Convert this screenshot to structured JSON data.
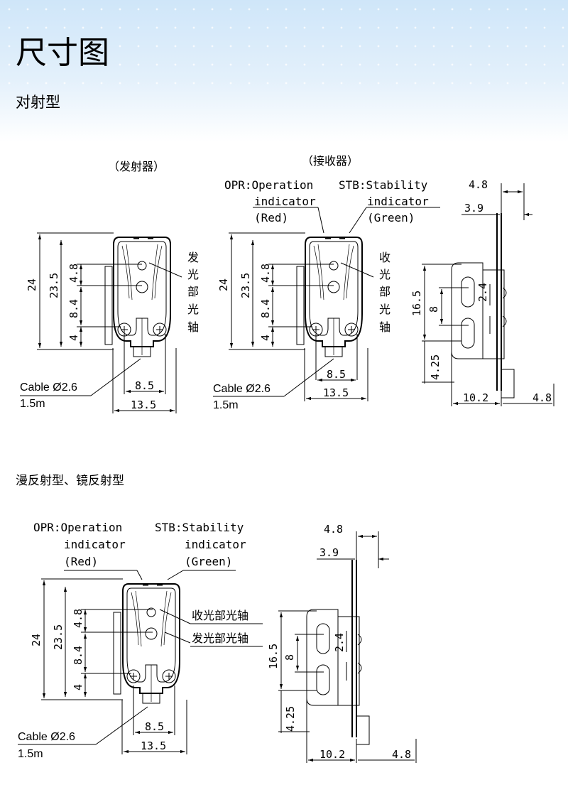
{
  "header": {
    "title": "尺寸图",
    "subtitle_through_beam": "对射型",
    "subtitle_diffuse": "漫反射型、镜反射型"
  },
  "through_beam": {
    "emitter": {
      "caption": "（发射器）",
      "axis_label": [
        "发",
        "光",
        "部",
        "光",
        "轴"
      ],
      "dims": {
        "h_total": "24",
        "h_body": "23.5",
        "d48": "4.8",
        "d84": "8.4",
        "d4": "4",
        "w85": "8.5",
        "w135": "13.5"
      },
      "cable_label": "Cable Ø2.6",
      "cable_length": "1.5m"
    },
    "receiver": {
      "caption": "（接收器）",
      "opr_line1": "OPR:Operation",
      "opr_line2": "indicator",
      "opr_line3": "(Red)",
      "stb_line1": "STB:Stability",
      "stb_line2": "indicator",
      "stb_line3": "(Green)",
      "axis_label": [
        "收",
        "光",
        "部",
        "光",
        "轴"
      ],
      "dims": {
        "h_total": "24",
        "h_body": "23.5",
        "d48": "4.8",
        "d84": "8.4",
        "d4": "4",
        "w85": "8.5",
        "w135": "13.5"
      },
      "cable_label": "Cable Ø2.6",
      "cable_length": "1.5m"
    },
    "side_view": {
      "dims": {
        "t48": "4.8",
        "t39": "3.9",
        "h165": "16.5",
        "h8": "8",
        "h24": "2.4",
        "h425": "4.25",
        "w102": "10.2",
        "w48": "4.8"
      }
    }
  },
  "diffuse": {
    "front": {
      "opr_line1": "OPR:Operation",
      "opr_line2": "indicator",
      "opr_line3": "(Red)",
      "stb_line1": "STB:Stability",
      "stb_line2": "indicator",
      "stb_line3": "(Green)",
      "receive_axis": "收光部光轴",
      "emit_axis": "发光部光轴",
      "dims": {
        "h_total": "24",
        "h_body": "23.5",
        "d48": "4.8",
        "d84": "8.4",
        "d4": "4",
        "w85": "8.5",
        "w135": "13.5"
      },
      "cable_label": "Cable Ø2.6",
      "cable_length": "1.5m"
    },
    "side_view": {
      "dims": {
        "t48": "4.8",
        "t39": "3.9",
        "h165": "16.5",
        "h8": "8",
        "h24": "2.4",
        "h425": "4.25",
        "w102": "10.2",
        "w48": "4.8"
      }
    }
  }
}
